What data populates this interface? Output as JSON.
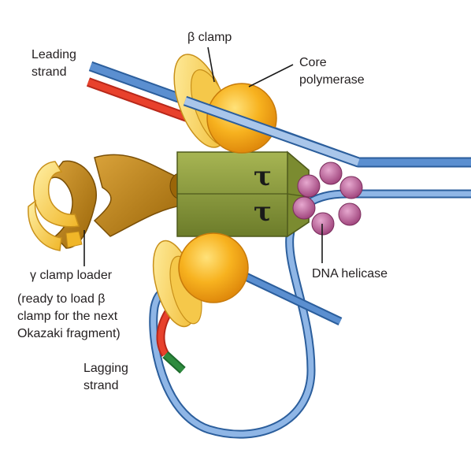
{
  "labels": {
    "beta_clamp": "β clamp",
    "core_polymerase_line1": "Core",
    "core_polymerase_line2": "polymerase",
    "leading_strand_line1": "Leading",
    "leading_strand_line2": "strand",
    "gamma_clamp_loader": "γ clamp loader",
    "note_line1": "(ready to load β",
    "note_line2": "clamp for the next",
    "note_line3": "Okazaki fragment)",
    "dna_helicase": "DNA helicase",
    "lagging_strand_line1": "Lagging",
    "lagging_strand_line2": "strand",
    "tau_top": "τ",
    "tau_bottom": "τ"
  },
  "colors": {
    "dna_strand": "#4a7fc1",
    "new_leading": "#e8412c",
    "rna_primer": "#2e8b3e",
    "clamp": "#f2c12e",
    "polymerase": "#f7a91b",
    "tau_complex": "#8a9a3c",
    "clamp_loader": "#c88a12",
    "helicase": "#b5578f"
  }
}
